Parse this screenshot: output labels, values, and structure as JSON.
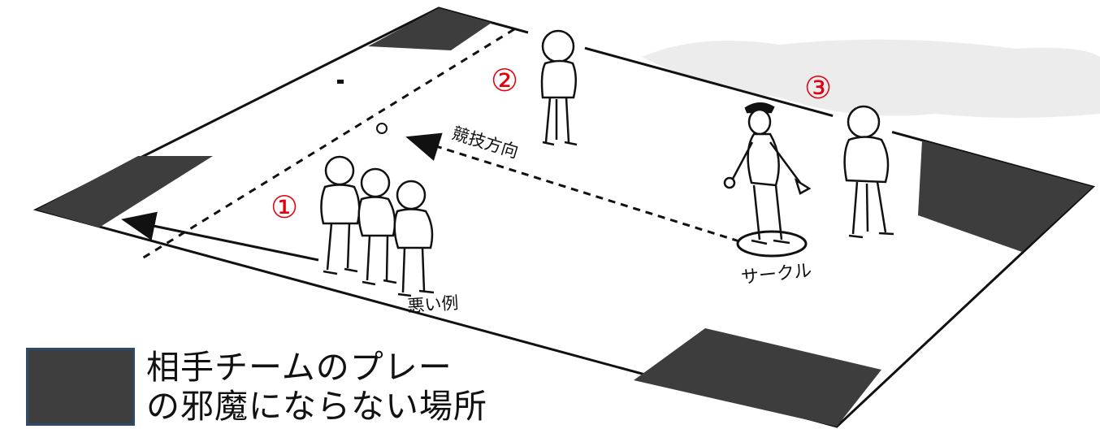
{
  "colors": {
    "marked_area": "#3d3d3d",
    "legend_swatch": "#3e3e3e",
    "legend_border": "#2f4a68",
    "number_markers": "#e3000f",
    "line": "#111111",
    "background": "#ffffff"
  },
  "markers": {
    "player_1": "①",
    "player_2": "②",
    "player_3": "③"
  },
  "labels": {
    "direction": "競技方向",
    "circle": "サークル",
    "bad_example": "悪い例"
  },
  "legend": {
    "line1": "相手チームのプレー",
    "line2": "の邪魔にならない場所"
  }
}
